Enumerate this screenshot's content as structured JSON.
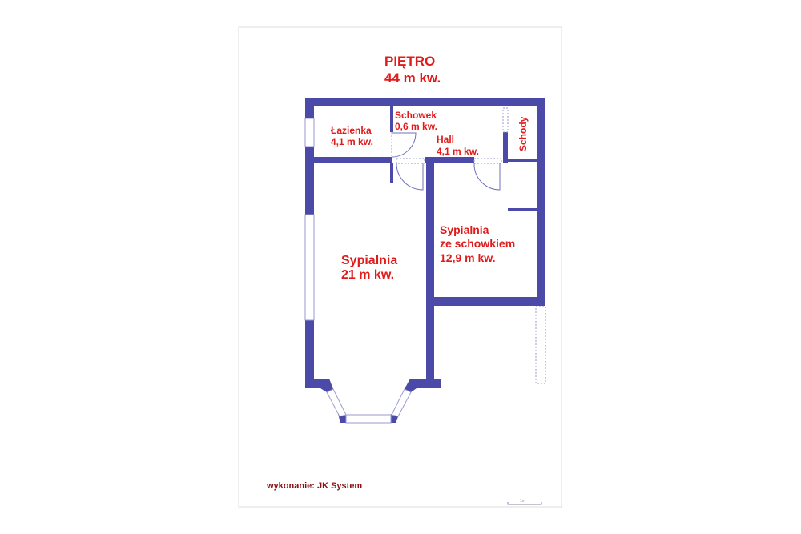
{
  "plan": {
    "title": "PIĘTRO",
    "total_area": "44 m kw.",
    "rooms": [
      {
        "name": "Łazienka",
        "area": "4,1 m kw."
      },
      {
        "name": "Schowek",
        "area": "0,6 m kw."
      },
      {
        "name": "Hall",
        "area": "4,1 m kw."
      },
      {
        "name": "Schody",
        "area": ""
      },
      {
        "name": "Sypialnia ze schowkiem",
        "line1": "Sypialnia",
        "line2": "ze schowkiem",
        "area": "12,9 m kw."
      },
      {
        "name": "Sypialnia",
        "area": "21 m kw."
      }
    ],
    "credit": "wykonanie: JK System",
    "scale_label": "1m",
    "colors": {
      "wall": "#4b4aa8",
      "label": "#e01b1b",
      "credit": "#8b1010"
    }
  }
}
